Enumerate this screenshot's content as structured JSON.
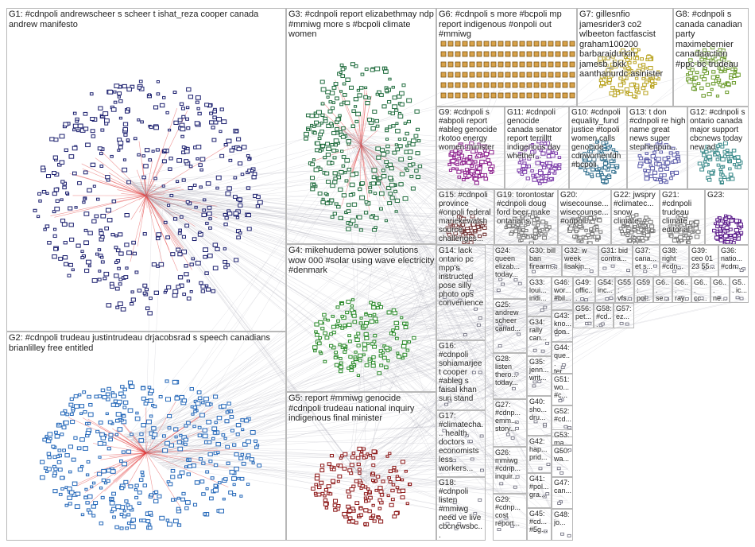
{
  "image_title": "",
  "groups": [
    {
      "id": "G1",
      "label": "G1: #cdnpoli andrewscheer s scheer t ishat_reza cooper canada andrew manifesto",
      "color": "#1b1f6e"
    },
    {
      "id": "G2",
      "label": "G2: #cdnpoli trudeau justintrudeau drjacobsrad s speech canadians brianlilley free entitled",
      "color": "#2266b8"
    },
    {
      "id": "G3",
      "label": "G3: #cdnpoli report elizabethmay ndp #mmiwg more s #bcpoli climate women",
      "color": "#1e6b3c"
    },
    {
      "id": "G4",
      "label": "G4: mikehudema power solutions wow 000 #solar using wave electricity #denmark",
      "color": "#2a8a2a"
    },
    {
      "id": "G5",
      "label": "G5: report #mmiwg genocide #cdnpoli trudeau national inquiry indigenous final minister",
      "color": "#8b1414"
    },
    {
      "id": "G6",
      "label": "G6: #cdnpoli s more #bcpoli mp report indigenous #onpoli out #mmiwg",
      "color": "#b07a1a"
    },
    {
      "id": "G7",
      "label": "G7: gillesnfio jamesrider3 co2 wlbeeton factfascist graham100200 barbarajdurkin jamesb_bkk aanthanurdc asinister",
      "color": "#b8a21c"
    },
    {
      "id": "G8",
      "label": "G8: #cdnpoli s canada canadian party maximebernier canadaaction #ppc bc trudeau",
      "color": "#6a9a2a"
    },
    {
      "id": "G9",
      "label": "G9: #cdnpoli s #abpoli report #ableg genocide rkotoo energy women minister",
      "color": "#8a1a8a"
    },
    {
      "id": "G10",
      "label": "G10: #cdnpoli equality_fund justice #topoli women calls genocide cdnwomenfdn #bcpoli",
      "color": "#2a6a8a"
    },
    {
      "id": "G11",
      "label": "G11: #cdnpoli genocide canada senator report terrilltt indigenous day whether...",
      "color": "#7a3aa8"
    },
    {
      "id": "G12",
      "label": "G12: #cdnpoli s ontario canada major support cbcnews today new ad",
      "color": "#3a8a8a"
    },
    {
      "id": "G13",
      "label": "G13: t don #cdnpoli re high name great news super stephenpun...",
      "color": "#5a5aa8"
    },
    {
      "id": "G14",
      "label": "G14: lack ontario pc mpp's instructed pose silly photo ops convenience",
      "color": "#777"
    },
    {
      "id": "G15",
      "label": "G15: #cdnpoli province #onpoli federal mariekewalsh source challenges...",
      "color": "#6a2a2a"
    },
    {
      "id": "G16",
      "label": "G16: #cdnpoli sohiamarjeet cooper #ableg s faisal khan suri stand",
      "color": "#777"
    },
    {
      "id": "G17",
      "label": "G17: #climatecha... health doctors economists less workers...",
      "color": "#777"
    },
    {
      "id": "G18",
      "label": "G18: #cdnpoli listen #mmiwg need ve live cbcnewsbc...",
      "color": "#777"
    },
    {
      "id": "G19",
      "label": "G19: torontostar #cdnpoli doug ford beer make ontarians...",
      "color": "#777"
    },
    {
      "id": "G20",
      "label": "G20: wisecounse... wisecounse... #onpoli...",
      "color": "#777"
    },
    {
      "id": "G21",
      "label": "G21: #cdnpoli trudeau climate editorial...",
      "color": "#777"
    },
    {
      "id": "G22",
      "label": "G22: jwspry #climatec... snow climate...",
      "color": "#777"
    },
    {
      "id": "G23",
      "label": "G23:",
      "color": "#5a1a8a"
    },
    {
      "id": "G24",
      "label": "G24: queen elizab... today...",
      "color": "#777"
    },
    {
      "id": "G25",
      "label": "G25: andrew scheer canad...",
      "color": "#777"
    },
    {
      "id": "G26",
      "label": "G26: mmiwg #cdnp... inquir...",
      "color": "#777"
    },
    {
      "id": "G27",
      "label": "G27: #cdnp... emm... story...",
      "color": "#777"
    },
    {
      "id": "G28",
      "label": "G28: listen thero... today...",
      "color": "#777"
    },
    {
      "id": "G29",
      "label": "G29: #cdnp... cost report...",
      "color": "#777"
    },
    {
      "id": "G30",
      "label": "G30: bill ban firearm...",
      "color": "#777"
    },
    {
      "id": "G31",
      "label": "G31: bid contra...",
      "color": "#777"
    },
    {
      "id": "G32",
      "label": "G32: w week lisakin...",
      "color": "#777"
    },
    {
      "id": "G33",
      "label": "G33: loui... indi...",
      "color": "#777"
    },
    {
      "id": "G34",
      "label": "G34: rally can...",
      "color": "#777"
    },
    {
      "id": "G35",
      "label": "G35: jenn... writ...",
      "color": "#777"
    },
    {
      "id": "G36",
      "label": "G36: natio... #cdn...",
      "color": "#777"
    },
    {
      "id": "G37",
      "label": "G37: cana... et s...",
      "color": "#777"
    },
    {
      "id": "G38",
      "label": "G38: right #cdn...",
      "color": "#777"
    },
    {
      "id": "G39",
      "label": "G39: ceo 01 23 55...",
      "color": "#777"
    },
    {
      "id": "G40",
      "label": "G40: sho... dru...",
      "color": "#777"
    },
    {
      "id": "G41",
      "label": "G41: #pol... gra...",
      "color": "#777"
    },
    {
      "id": "G42",
      "label": "G42: hap... prid...",
      "color": "#777"
    },
    {
      "id": "G43",
      "label": "G43: kno... don...",
      "color": "#777"
    },
    {
      "id": "G44",
      "label": "G44: que... ter...",
      "color": "#777"
    },
    {
      "id": "G45",
      "label": "G45: #cd... #5g...",
      "color": "#777"
    },
    {
      "id": "G46",
      "label": "G46: wor... #bil...",
      "color": "#777"
    },
    {
      "id": "G47",
      "label": "G47: can...",
      "color": "#777"
    },
    {
      "id": "G48",
      "label": "G48: jo...",
      "color": "#777"
    },
    {
      "id": "G49",
      "label": "G49: offic...",
      "color": "#777"
    },
    {
      "id": "G50",
      "label": "G50: wa...",
      "color": "#777"
    },
    {
      "id": "G51",
      "label": "G51: wo... #c...",
      "color": "#777"
    },
    {
      "id": "G52",
      "label": "G52: #cd...",
      "color": "#777"
    },
    {
      "id": "G53",
      "label": "G53: ma...",
      "color": "#777"
    },
    {
      "id": "G54",
      "label": "G54: inc...",
      "color": "#777"
    },
    {
      "id": "G55",
      "label": "G55: vfs...",
      "color": "#777"
    },
    {
      "id": "G56",
      "label": "G56: pet...",
      "color": "#777"
    },
    {
      "id": "G57",
      "label": "G57: ez...",
      "color": "#777"
    },
    {
      "id": "G58",
      "label": "G58: #cd...",
      "color": "#777"
    },
    {
      "id": "G59",
      "label": "G59: pol...",
      "color": "#777"
    },
    {
      "id": "G60",
      "label": "G6... se...",
      "color": "#777"
    },
    {
      "id": "G61",
      "label": "G6... ray...",
      "color": "#777"
    },
    {
      "id": "G62",
      "label": "G6... cc...",
      "color": "#777"
    },
    {
      "id": "G63",
      "label": "G6... ne...",
      "color": "#777"
    },
    {
      "id": "G64",
      "label": "G5... ic...",
      "color": "#777"
    }
  ]
}
